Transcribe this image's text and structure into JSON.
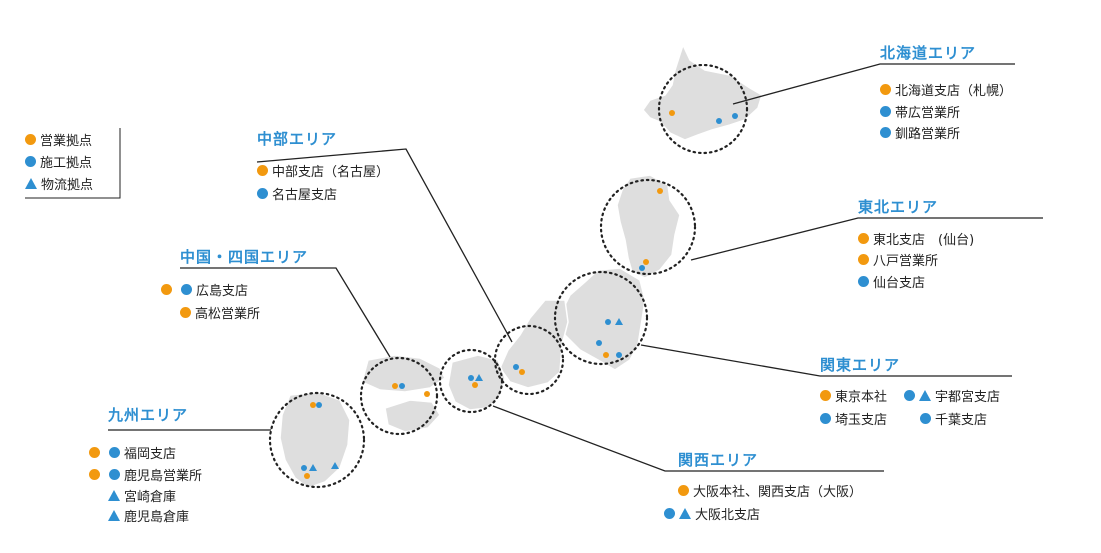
{
  "legend": {
    "sales": "営業拠点",
    "construction": "施工拠点",
    "logistics": "物流拠点"
  },
  "regions": {
    "hokkaido": {
      "title": "北海道エリア",
      "items": [
        "北海道支店（札幌）",
        "帯広営業所",
        "釧路営業所"
      ]
    },
    "tohoku": {
      "title": "東北エリア",
      "items": [
        "東北支店　(仙台)",
        "八戸営業所",
        "仙台支店"
      ]
    },
    "kanto": {
      "title": "関東エリア",
      "items": [
        "東京本社",
        "宇都宮支店",
        "埼玉支店",
        "千葉支店"
      ]
    },
    "kansai": {
      "title": "関西エリア",
      "items": [
        "大阪本社、関西支店（大阪）",
        "大阪北支店"
      ]
    },
    "chubu": {
      "title": "中部エリア",
      "items": [
        "中部支店（名古屋）",
        "名古屋支店"
      ]
    },
    "chugoku": {
      "title": "中国・四国エリア",
      "items": [
        "広島支店",
        "高松営業所"
      ]
    },
    "kyushu": {
      "title": "九州エリア",
      "items": [
        "福岡支店",
        "鹿児島営業所",
        "宮崎倉庫",
        "鹿児島倉庫"
      ]
    }
  },
  "colors": {
    "sales": "#f2990f",
    "construction": "#2e8fd1",
    "title": "#2e8fd1",
    "land": "#dedede"
  }
}
